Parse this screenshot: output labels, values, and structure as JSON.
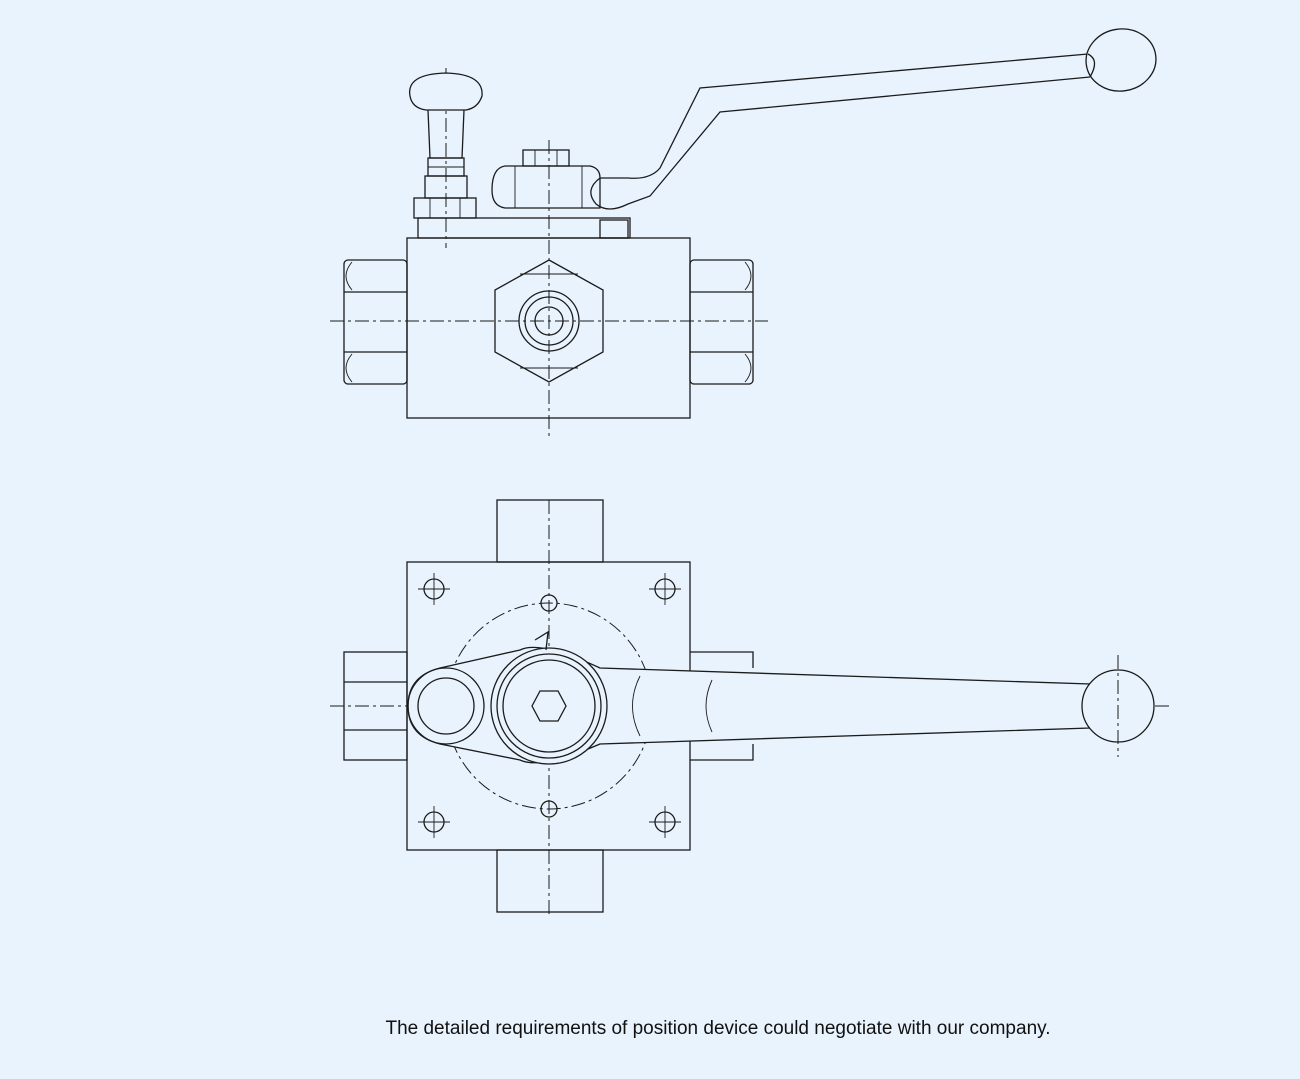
{
  "figure": {
    "views": [
      "front-view",
      "top-view"
    ]
  },
  "caption": {
    "text": "The detailed requirements of position device could negotiate with our company."
  },
  "colors": {
    "background": "#e9f3fd",
    "line": "#1b1b1b"
  }
}
